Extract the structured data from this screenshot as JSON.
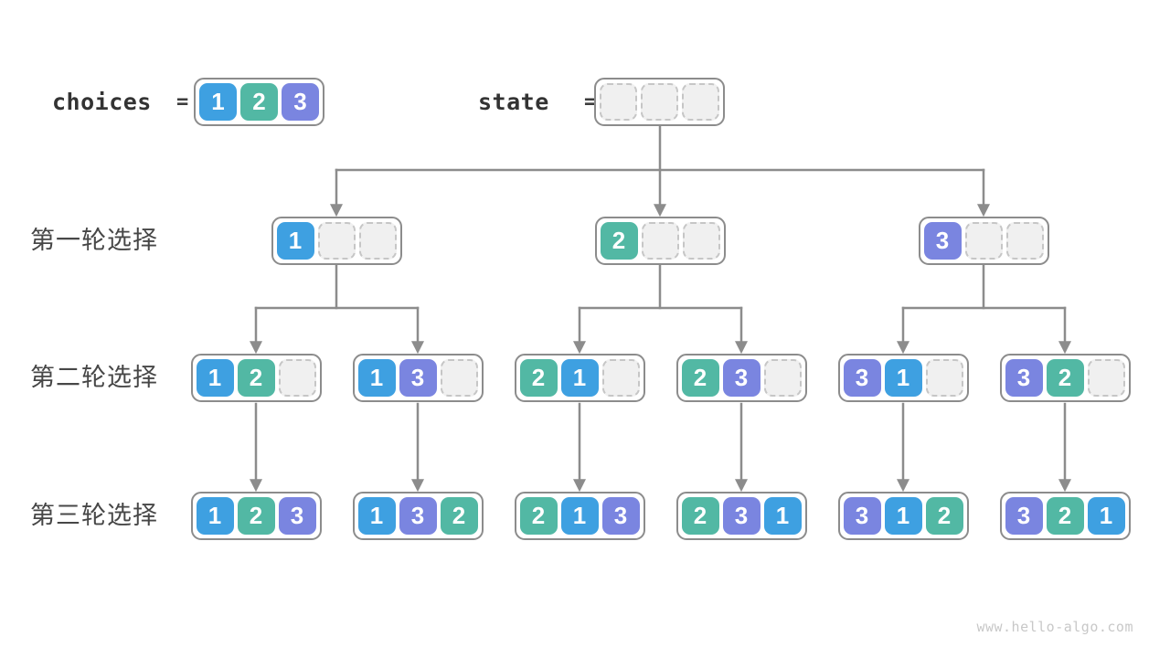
{
  "colors": {
    "cells": {
      "1": "#3ea0e1",
      "2": "#52b8a4",
      "3": "#7a85e0"
    },
    "empty_fill": "#f0f0f0",
    "empty_border": "#c6c6c6",
    "container_border": "#8c8c8c",
    "arrow": "#8c8c8c",
    "keyword_text": "#333333",
    "row_label_text": "#474747",
    "watermark_text": "#c8c8c8"
  },
  "legend": {
    "choices": {
      "label": "choices",
      "equals": "=",
      "cells": [
        1,
        2,
        3
      ]
    },
    "state": {
      "label": "state",
      "equals": "=",
      "cells": [
        null,
        null,
        null
      ]
    }
  },
  "rows": [
    {
      "label": "第一轮选择",
      "nodes": [
        {
          "cells": [
            1,
            null,
            null
          ]
        },
        {
          "cells": [
            2,
            null,
            null
          ]
        },
        {
          "cells": [
            3,
            null,
            null
          ]
        }
      ]
    },
    {
      "label": "第二轮选择",
      "nodes": [
        {
          "cells": [
            1,
            2,
            null
          ]
        },
        {
          "cells": [
            1,
            3,
            null
          ]
        },
        {
          "cells": [
            2,
            1,
            null
          ]
        },
        {
          "cells": [
            2,
            3,
            null
          ]
        },
        {
          "cells": [
            3,
            1,
            null
          ]
        },
        {
          "cells": [
            3,
            2,
            null
          ]
        }
      ]
    },
    {
      "label": "第三轮选择",
      "nodes": [
        {
          "cells": [
            1,
            2,
            3
          ]
        },
        {
          "cells": [
            1,
            3,
            2
          ]
        },
        {
          "cells": [
            2,
            1,
            3
          ]
        },
        {
          "cells": [
            2,
            3,
            1
          ]
        },
        {
          "cells": [
            3,
            1,
            2
          ]
        },
        {
          "cells": [
            3,
            2,
            1
          ]
        }
      ]
    }
  ],
  "watermark": "www.hello-algo.com"
}
